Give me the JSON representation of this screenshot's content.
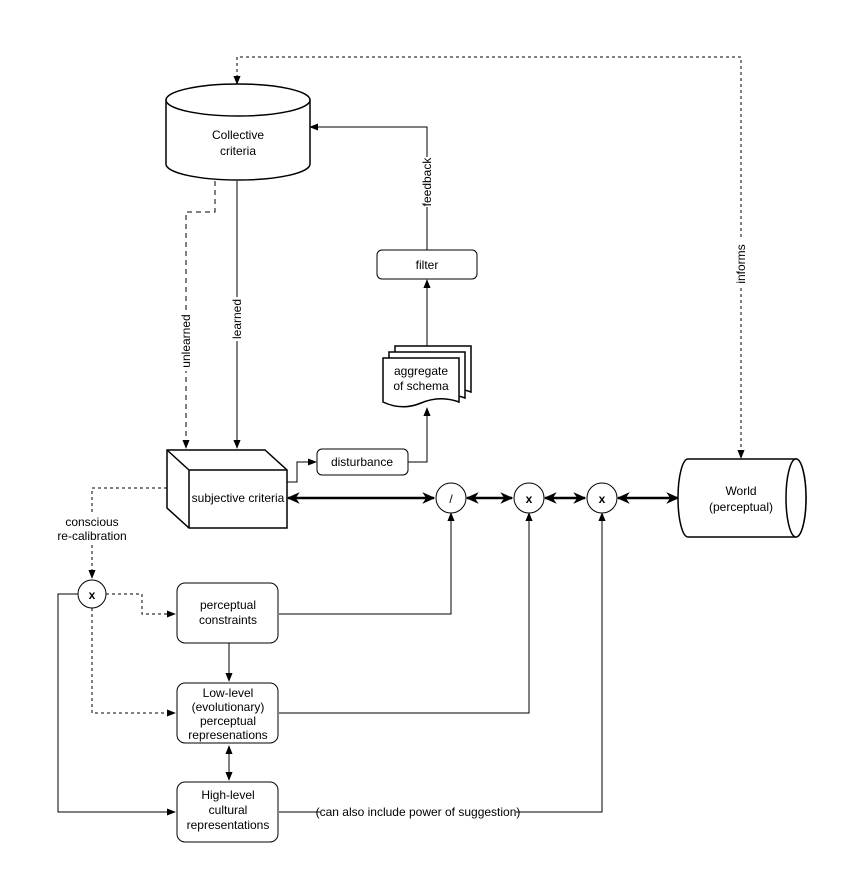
{
  "nodes": {
    "collective": [
      "Collective",
      "criteria"
    ],
    "filter": "filter",
    "aggregate": [
      "aggregate",
      "of schema"
    ],
    "subjective": "subjective criteria",
    "disturbance": "disturbance",
    "world": [
      "World",
      "(perceptual)"
    ],
    "perceptual_constraints": [
      "perceptual",
      "constraints"
    ],
    "low_level": [
      "Low-level",
      "(evolutionary)",
      "perceptual",
      "represenations"
    ],
    "high_level": [
      "High-level",
      "cultural",
      "representations"
    ],
    "op_divide": "/",
    "op_mult1": "x",
    "op_mult2": "x",
    "op_mult_left": "x"
  },
  "edges": {
    "feedback": "feedback",
    "informs": "informs",
    "unlearned": "unlearned",
    "learned": "learned",
    "conscious": [
      "conscious",
      "re-calibration"
    ],
    "suggestion": "(can also include power of suggestion)"
  }
}
